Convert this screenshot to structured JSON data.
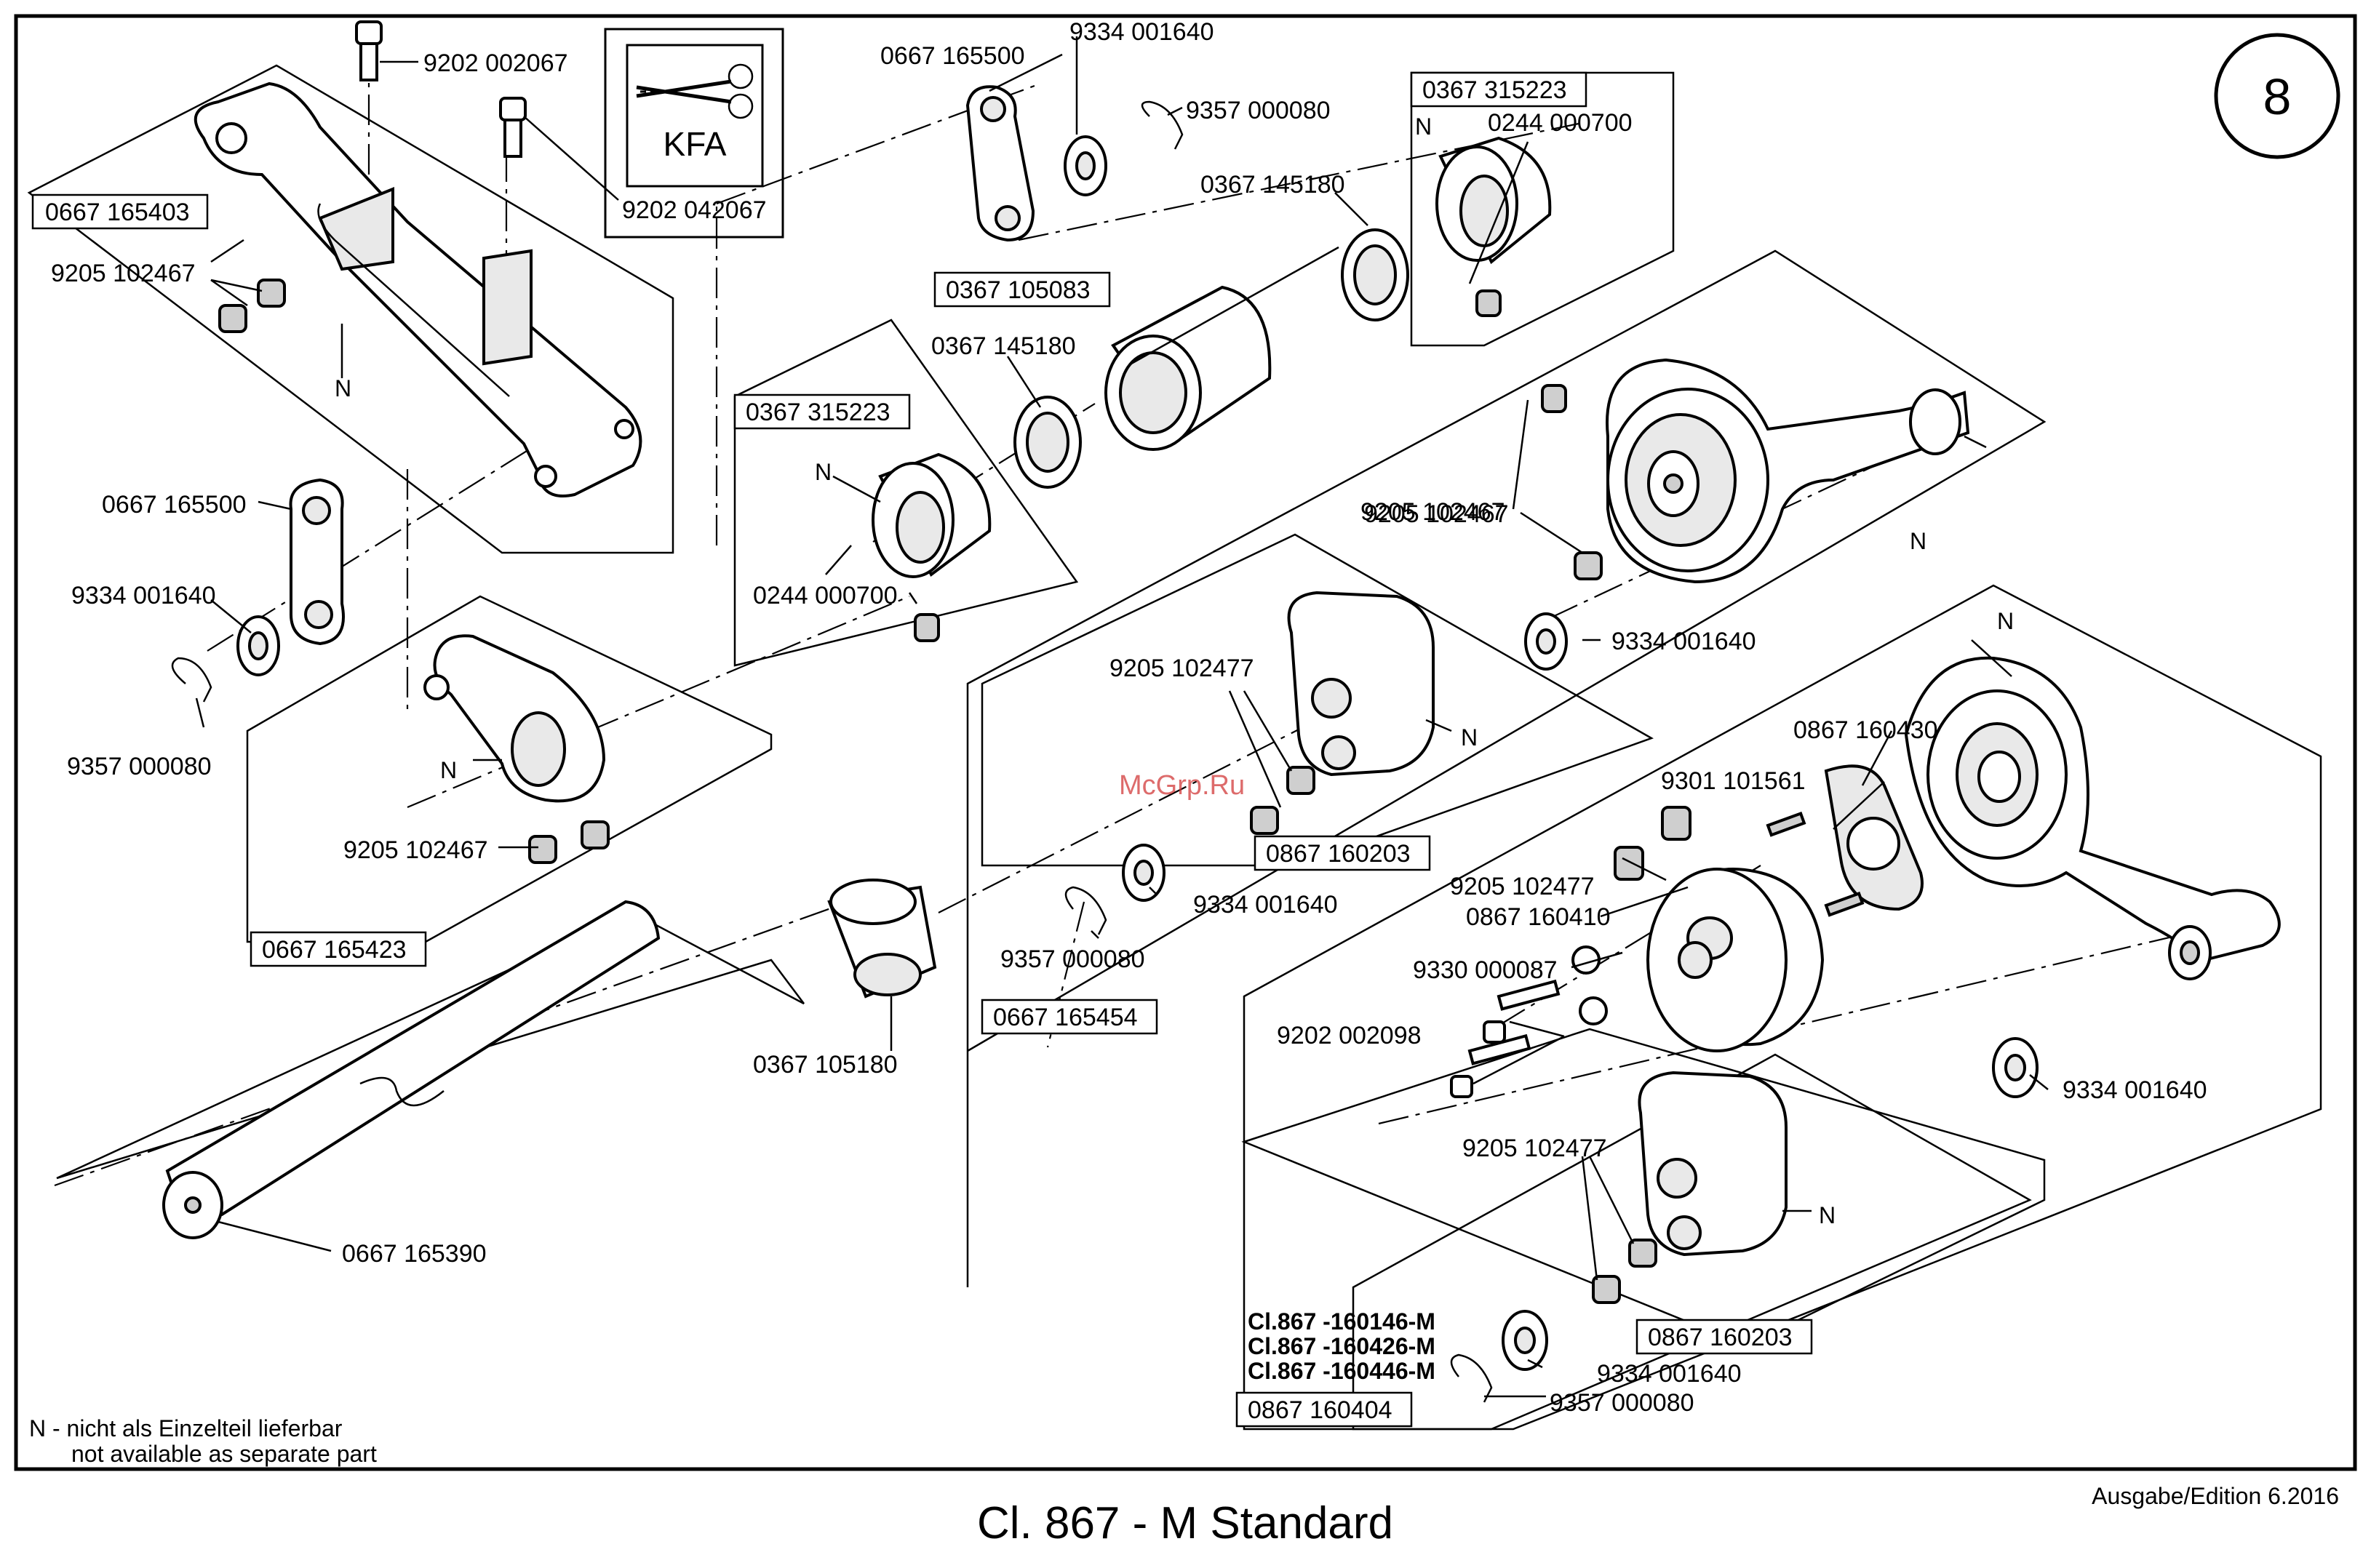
{
  "sheet": {
    "number": "8",
    "kfa_label": "KFA",
    "title": "Cl. 867 - M Standard",
    "edition": "Ausgabe/Edition  6.2016",
    "watermark": "McGrp.Ru"
  },
  "notes": {
    "line1": "N - nicht als Einzelteil lieferbar",
    "line2": "not available as separate part",
    "n_mark": "N"
  },
  "models": [
    "Cl.867 -160146-M",
    "Cl.867 -160426-M",
    "Cl.867 -160446-M"
  ],
  "part_labels": [
    "9202 002067",
    "9202 042067",
    "9205 102467",
    "0667 165500",
    "9334 001640",
    "9357 000080",
    "9205 102467",
    "0667 165500",
    "9334 001640",
    "9357 000080",
    "0244 000700",
    "0367 145180",
    "0367 145180",
    "0244 000700",
    "9205 102467",
    "9334 001640",
    "9205 102477",
    "0867 160430",
    "9301 101561",
    "9205 102477",
    "0867 160410",
    "9330 000087",
    "9202 002098",
    "9334 001640",
    "9334 001640",
    "9357 000080",
    "9205 102467",
    "0367 105180",
    "0667 165390",
    "9205 102477",
    "9334 001640",
    "9357 000080"
  ],
  "boxed_labels": [
    "0667 165403",
    "0367 315223",
    "0367 105083",
    "0367 315223",
    "0667 165423",
    "0867 160203",
    "0667 165454",
    "0867 160203",
    "0867 160404"
  ]
}
